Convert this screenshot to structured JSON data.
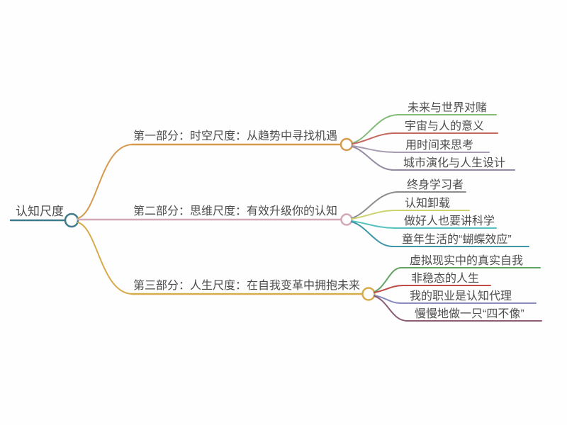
{
  "root": {
    "label": "认知尺度",
    "color": "#3f7a8a"
  },
  "branches": [
    {
      "label": "第一部分：时空尺度：从趋势中寻找机遇",
      "color": "#d69a4e",
      "children": [
        {
          "label": "未来与世界对赌",
          "color": "#84bb79"
        },
        {
          "label": "宇宙与人的意义",
          "color": "#c2665e"
        },
        {
          "label": "用时间来思考",
          "color": "#a79cb0"
        },
        {
          "label": "城市演化与人生设计",
          "color": "#968aa2"
        }
      ]
    },
    {
      "label": "第二部分：思维尺度：有效升级你的认知",
      "color": "#d2a7b6",
      "children": [
        {
          "label": "终身学习者",
          "color": "#8d8d8d"
        },
        {
          "label": "认知卸载",
          "color": "#ccd36e"
        },
        {
          "label": "做好人也要讲科学",
          "color": "#55c3bd"
        },
        {
          "label": "童年生活的“蝴蝶效应”",
          "color": "#3e96a6"
        }
      ]
    },
    {
      "label": "第三部分：人生尺度：在自我变革中拥抱未来",
      "color": "#d6ab4a",
      "children": [
        {
          "label": "虚拟现实中的真实自我",
          "color": "#61a464"
        },
        {
          "label": "非稳态的人生",
          "color": "#bf4b47"
        },
        {
          "label": "我的职业是认知代理",
          "color": "#8a8cc0"
        },
        {
          "label": "慢慢地做一只“四不像”",
          "color": "#8b5c74"
        }
      ]
    }
  ]
}
